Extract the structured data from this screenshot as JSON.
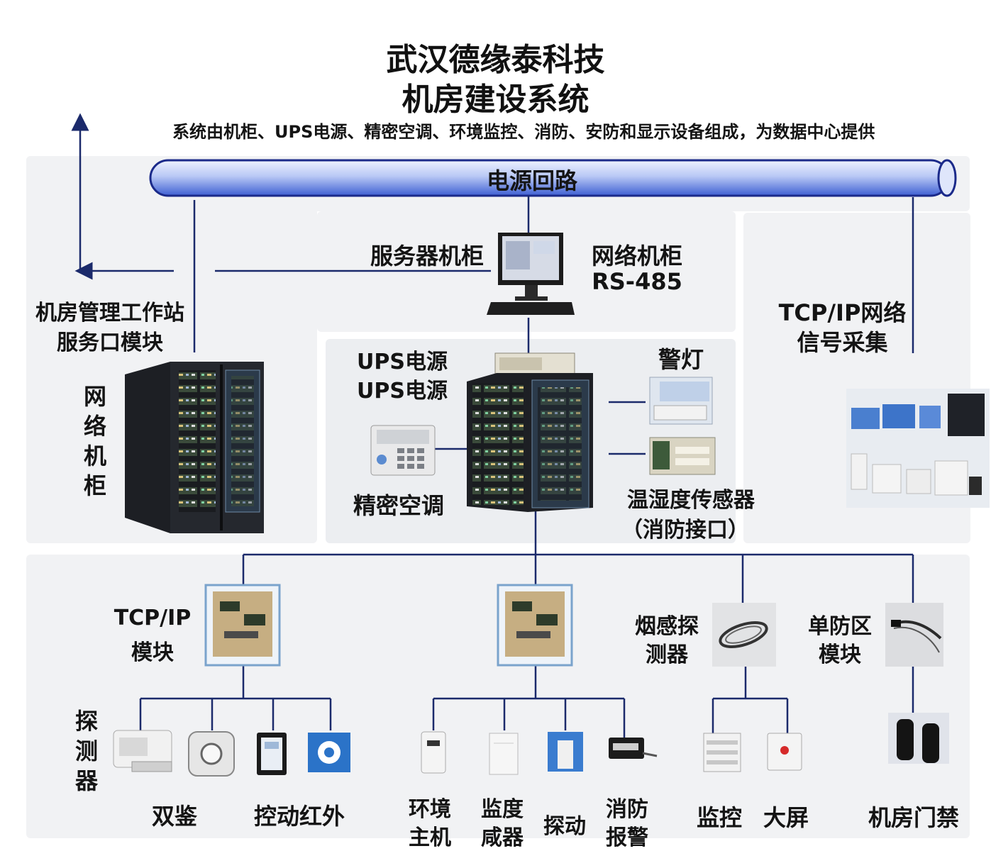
{
  "header": {
    "title_line1": "武汉德缘泰科技",
    "title_line2": "机房建设系统",
    "subtitle": "系统由机柜、UPS电源、精密空调、环境监控、消防、安防和显示设备组成，为数据中心提供"
  },
  "power_bus": {
    "label": "电源回路"
  },
  "labels": {
    "server_cabinet": "服务器机柜",
    "network_cabinet_line1": "网络机柜",
    "network_cabinet_line2": "RS-485",
    "workstation_line1": "机房管理工作站",
    "workstation_line2": "服务口模块",
    "tcpip_signal_line1": "TCP/IP网络",
    "tcpip_signal_line2": "信号采集",
    "network_cabinet_vertical": [
      "网",
      "络",
      "机",
      "柜"
    ],
    "ups_line1": "UPS电源",
    "ups_line2": "UPS电源",
    "alarm_light": "警灯",
    "precision_ac": "精密空调",
    "temp_sensor_line1": "温湿度传感器",
    "temp_sensor_line2": "（消防接口）",
    "tcpip_module_line1": "TCP/IP",
    "tcpip_module_line2": "模块",
    "smoke_detector_line1": "烟感探",
    "smoke_detector_line2": "测器",
    "single_zone_line1": "单防区",
    "single_zone_line2": "模块",
    "detector_vertical": [
      "探",
      "测",
      "器"
    ],
    "dual_tech": "双鉴",
    "ir_control": "控动红外",
    "env_host_line1": "环境",
    "env_host_line2": "主机",
    "monitor_sensor_line1": "监度",
    "monitor_sensor_line2": "咸器",
    "vibration": "探动",
    "fire_alarm_line1": "消防",
    "fire_alarm_line2": "报警",
    "monitoring": "监控",
    "big_screen": "大屏",
    "access_control": "机房门禁"
  },
  "colors": {
    "wire": "#1b2a6b",
    "pipe_light": "#dce4fb",
    "pipe_dark": "#3a5bd0",
    "panel": "#f1f2f4",
    "cabinet": "#1d1f24"
  }
}
